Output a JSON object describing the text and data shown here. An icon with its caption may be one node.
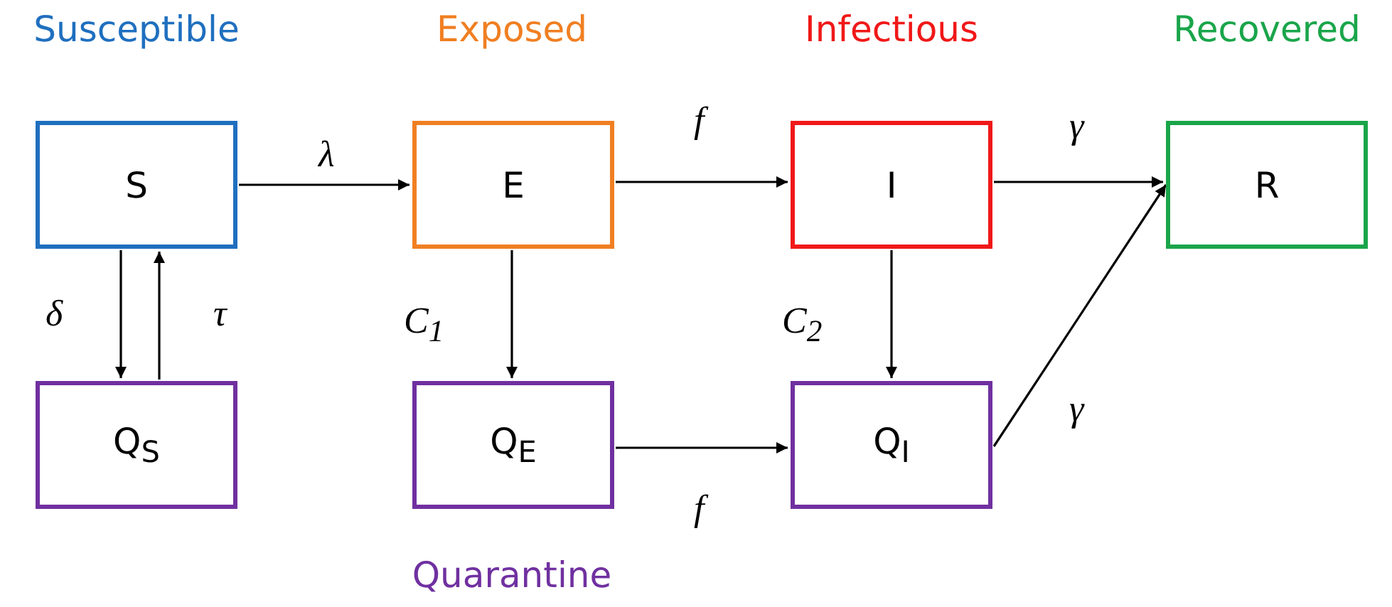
{
  "diagram": {
    "nodes": [
      {
        "text": [
          "S"
        ]
      },
      {
        "text": [
          "E"
        ]
      },
      {
        "text": [
          "I"
        ]
      },
      {
        "text": [
          "R"
        ]
      },
      {
        "text": [
          "Q$_{S}$"
        ]
      },
      {
        "text": [
          "Q$_{E}$"
        ]
      },
      {
        "text": [
          "Q$_{I}$"
        ]
      }
    ],
    "edges": [
      {
        "from": 0,
        "to": 1,
        "arrow": "to",
        "label": "λ"
      },
      {
        "from": 1,
        "to": 2,
        "arrow": "to",
        "label": "f"
      },
      {
        "from": 2,
        "to": 3,
        "arrow": "to",
        "label": "γ"
      },
      {
        "from": 0,
        "to": 4,
        "arrow": "to",
        "label": "δ"
      },
      {
        "from": 4,
        "to": 0,
        "arrow": "to",
        "label": "τ"
      },
      {
        "from": 1,
        "to": 5,
        "arrow": "to",
        "label": "C$_{1}$"
      },
      {
        "from": 2,
        "to": 6,
        "arrow": "to",
        "label": "C$_{2}$"
      },
      {
        "from": 5,
        "to": 6,
        "arrow": "to",
        "label": "f"
      },
      {
        "from": 6,
        "to": 3,
        "arrow": "to",
        "label": "γ"
      }
    ],
    "labels": [
      "Susceptible",
      "Exposed",
      "Infectious",
      "Recovered",
      "Quarantine"
    ]
  }
}
